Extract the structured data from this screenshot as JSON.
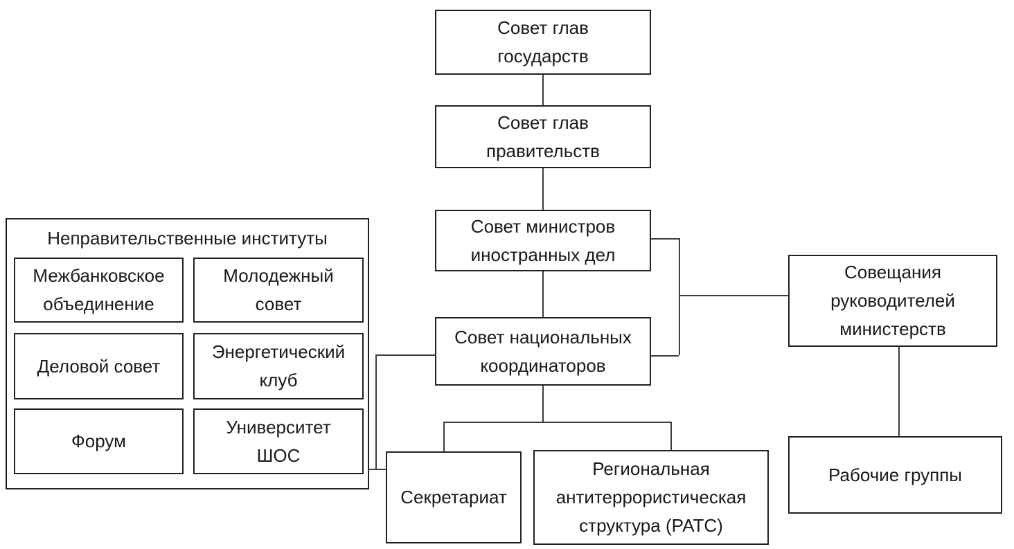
{
  "colors": {
    "background": "#ffffff",
    "box_border": "#212121",
    "connector_line": "#3d3d3d",
    "text": "#1a1a1a"
  },
  "nodes": {
    "heads_of_state": "Совет глав\nгосударств",
    "heads_of_government": "Совет глав\nправительств",
    "foreign_ministers": "Совет министров\nиностранных дел",
    "national_coordinators": "Совет национальных\nкоординаторов",
    "ngi_title": "Неправительственные институты",
    "interbank_association": "Межбанковское\nобъединение",
    "youth_council": "Молодежный\nсовет",
    "business_council": "Деловой совет",
    "energy_club": "Энергетический\nклуб",
    "forum": "Форум",
    "sco_university": "Университет\nШОС",
    "ministry_meetings": "Совещания\nруководителей\nминистерств",
    "working_groups": "Рабочие группы",
    "secretariat": "Секретариат",
    "rats": "Региональная\nантитеррористическая\nструктура (РАТС)"
  },
  "edges": [
    {
      "from": "Совет глав государств",
      "to": "Совет глав правительств"
    },
    {
      "from": "Совет глав правительств",
      "to": "Совет министров иностранных дел"
    },
    {
      "from": "Совет министров иностранных дел",
      "to": "Совет национальных координаторов"
    },
    {
      "from": "Совет министров иностранных дел",
      "to": "Совещания руководителей министерств"
    },
    {
      "from": "Совет национальных координаторов",
      "to": "Совещания руководителей министерств"
    },
    {
      "from": "Совет национальных координаторов",
      "to": "Секретариат"
    },
    {
      "from": "Совет национальных координаторов",
      "to": "Региональная антитеррористическая структура (РАТС)"
    },
    {
      "from": "Совет национальных координаторов",
      "to": "Неправительственные институты"
    },
    {
      "from": "Неправительственные институты",
      "to": "Секретариат"
    },
    {
      "from": "Совещания руководителей министерств",
      "to": "Рабочие группы"
    }
  ]
}
